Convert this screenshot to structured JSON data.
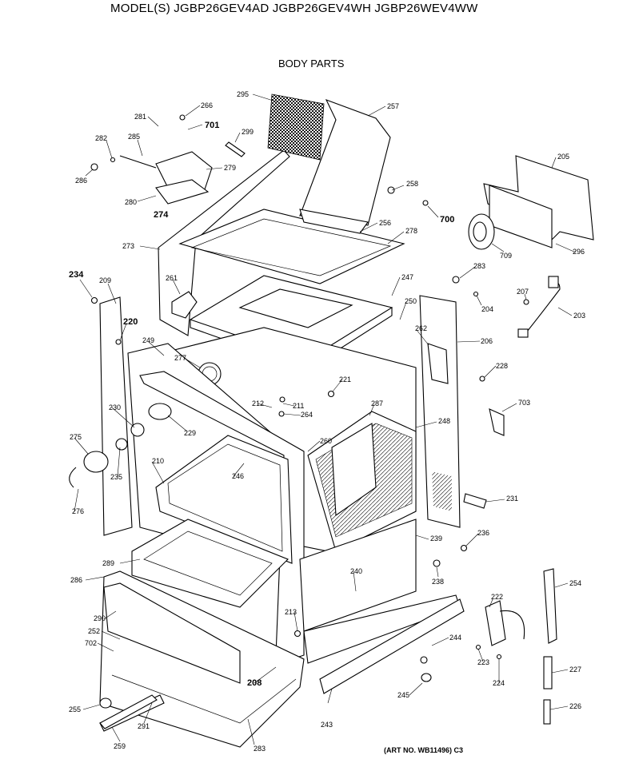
{
  "header": {
    "title": "MODEL(S) JGBP26GEV4AD  JGBP26GEV4WH  JGBP26WEV4WW",
    "section": "BODY PARTS",
    "art_no": "(ART NO. WB11496) C3"
  },
  "callouts": [
    "295",
    "257",
    "266",
    "281",
    "701",
    "299",
    "282",
    "285",
    "279",
    "286",
    "280",
    "274",
    "258",
    "256",
    "700",
    "205",
    "273",
    "278",
    "209",
    "234",
    "261",
    "220",
    "247",
    "283",
    "207",
    "203",
    "204",
    "250",
    "262",
    "206",
    "249",
    "277",
    "221",
    "228",
    "703",
    "212",
    "211",
    "264",
    "287",
    "248",
    "230",
    "229",
    "260",
    "275",
    "235",
    "210",
    "246",
    "276",
    "231",
    "239",
    "236",
    "289",
    "238",
    "286",
    "240",
    "222",
    "254",
    "290",
    "213",
    "244",
    "252",
    "702",
    "223",
    "208",
    "227",
    "245",
    "224",
    "255",
    "226",
    "243",
    "291",
    "259",
    "283",
    "296",
    "709"
  ]
}
